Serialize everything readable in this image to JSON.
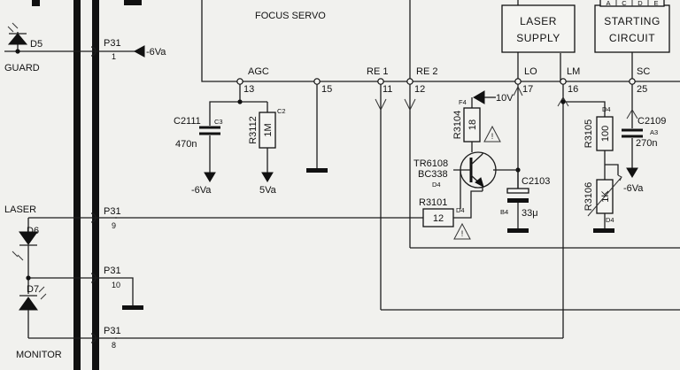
{
  "blocks": {
    "focus_servo": "FOCUS SERVO",
    "laser_supply": [
      "LASER",
      "SUPPLY"
    ],
    "starting_circuit": [
      "STARTING",
      "CIRCUIT"
    ],
    "top_right_cells": [
      "A",
      "C",
      "D",
      "E"
    ]
  },
  "pins": {
    "agc": {
      "name": "AGC",
      "num": "13"
    },
    "p15": {
      "num": "15"
    },
    "re1": {
      "name": "RE 1",
      "num": "11"
    },
    "re2": {
      "name": "RE 2",
      "num": "12"
    },
    "lo": {
      "name": "LO",
      "num": "17"
    },
    "lm": {
      "name": "LM",
      "num": "16"
    },
    "sc": {
      "name": "SC",
      "num": "25"
    }
  },
  "components": {
    "c2111": {
      "ref": "C2111",
      "loc": "C3",
      "value": "470n"
    },
    "r3112": {
      "ref": "R3112",
      "loc": "C2",
      "value": "1M"
    },
    "r3104": {
      "ref": "R3104",
      "loc": "F4",
      "value": "18"
    },
    "tr6108": {
      "ref": "TR6108",
      "type": "BC338",
      "loc": "D4"
    },
    "c2103": {
      "ref": "C2103",
      "loc": "B4",
      "value": "33μ"
    },
    "r3101": {
      "ref": "R3101",
      "loc": "D4",
      "value": "12"
    },
    "r3105": {
      "ref": "R3105",
      "loc": "D4",
      "value": "100"
    },
    "r3106": {
      "ref": "R3106",
      "loc": "D4",
      "value": "1K"
    },
    "c2109": {
      "ref": "C2109",
      "loc": "A3",
      "value": "270n"
    }
  },
  "supplies": {
    "neg6_agc": "-6Va",
    "pos5": "5Va",
    "pos10": "10V",
    "neg6_d5": "-6Va",
    "neg6_sc": "-6Va"
  },
  "connector": {
    "ref": "P31",
    "pins": [
      "1",
      "9",
      "10",
      "8"
    ]
  },
  "diodes": {
    "d5": {
      "ref": "D5",
      "label": "GUARD"
    },
    "d6": {
      "ref": "D6",
      "label": "LASER"
    },
    "d7": {
      "ref": "D7",
      "label": "MONITOR"
    }
  }
}
